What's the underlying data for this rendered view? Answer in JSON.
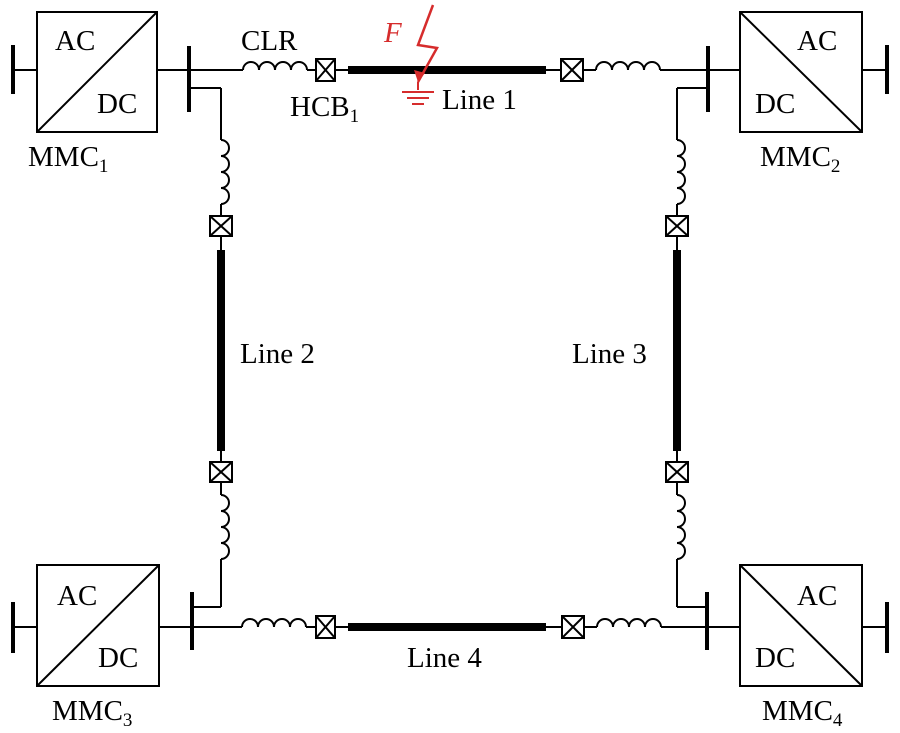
{
  "converters": [
    {
      "ac": "AC",
      "dc": "DC",
      "name": "MMC",
      "sub": "1"
    },
    {
      "ac": "AC",
      "dc": "DC",
      "name": "MMC",
      "sub": "2"
    },
    {
      "ac": "AC",
      "dc": "DC",
      "name": "MMC",
      "sub": "3"
    },
    {
      "ac": "AC",
      "dc": "DC",
      "name": "MMC",
      "sub": "4"
    }
  ],
  "lines": {
    "line1": "Line 1",
    "line2": "Line 2",
    "line3": "Line 3",
    "line4": "Line 4"
  },
  "labels": {
    "clr": "CLR",
    "hcb": "HCB",
    "hcb_sub": "1",
    "fault": "F"
  },
  "colors": {
    "fault": "#d62c2c",
    "ink": "#000000"
  }
}
